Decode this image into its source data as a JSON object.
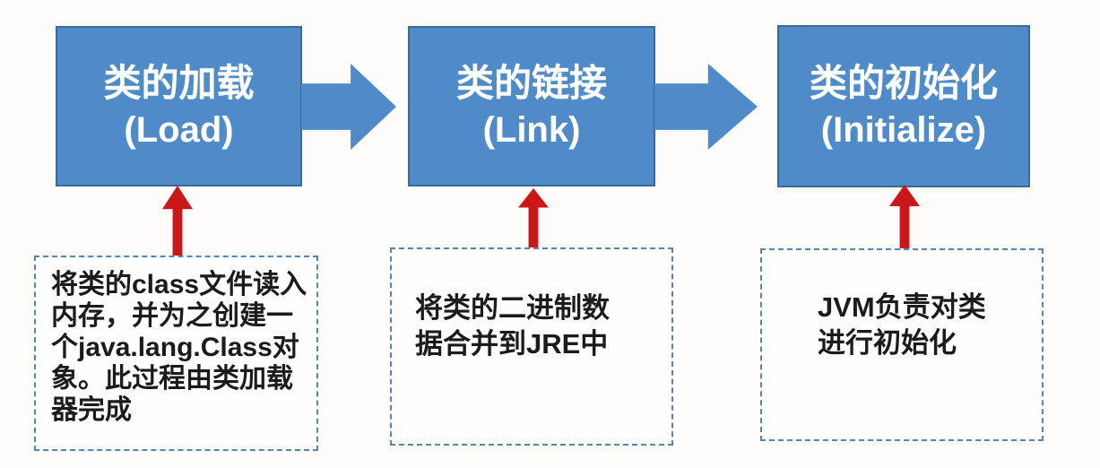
{
  "diagram": {
    "type": "flowchart",
    "topic": "JVM class loading process",
    "stages": [
      {
        "name": "类的加载",
        "en": "(Load)",
        "note": "将类的class文件读入\n内存，并为之创建一\n个java.lang.Class对\n象。此过程由类加载\n器完成"
      },
      {
        "name": "类的链接",
        "en": "(Link)",
        "note": "将类的二进制数\n据合并到JRE中"
      },
      {
        "name": "类的初始化",
        "en": "(Initialize)",
        "note": "JVM负责对类\n进行初始化"
      }
    ],
    "colors": {
      "process_box_fill": "#4e8bc8",
      "process_box_border": "#38699c",
      "process_box_text": "#ffffff",
      "flow_arrow_fill": "#4e8bc8",
      "up_arrow_fill": "#cb1717",
      "note_border": "#5585b5",
      "note_text": "#1b1b1b",
      "background": "#fefdfc"
    }
  }
}
